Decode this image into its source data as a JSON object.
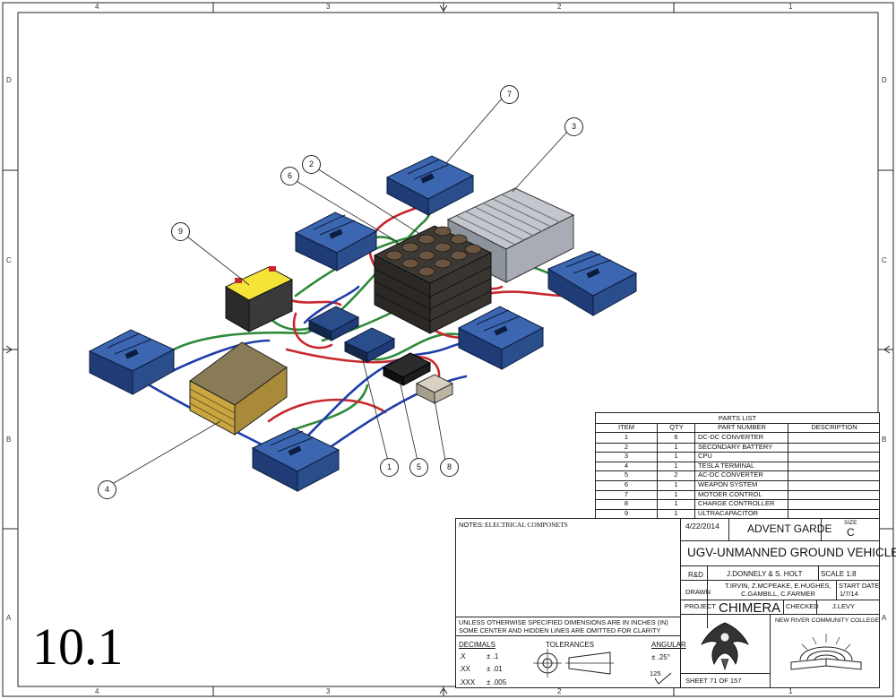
{
  "page_label": "10.1",
  "zones": {
    "top": [
      "4",
      "3",
      "2",
      "1"
    ],
    "bottom": [
      "4",
      "3",
      "2",
      "1"
    ],
    "left": [
      "D",
      "C",
      "B",
      "A"
    ],
    "right": [
      "D",
      "C",
      "B",
      "A"
    ]
  },
  "balloons": [
    "7",
    "3",
    "2",
    "6",
    "9",
    "4",
    "1",
    "5",
    "8"
  ],
  "parts_list": {
    "title": "PARTS LIST",
    "headers": [
      "ITEM",
      "QTY",
      "PART NUMBER",
      "DESCRIPTION"
    ],
    "rows": [
      [
        "1",
        "6",
        "DC-DC CONVERTER",
        ""
      ],
      [
        "2",
        "1",
        "SECONDARY BATTERY",
        ""
      ],
      [
        "3",
        "1",
        "CPU",
        ""
      ],
      [
        "4",
        "1",
        "TESLA TERMINAL",
        ""
      ],
      [
        "5",
        "2",
        "AC-DC CONVERTER",
        ""
      ],
      [
        "6",
        "1",
        "WEAPON SYSTEM",
        ""
      ],
      [
        "7",
        "1",
        "MOTOER CONTROL",
        ""
      ],
      [
        "8",
        "1",
        "CHARGE CONTROLLER",
        ""
      ],
      [
        "9",
        "1",
        "ULTRACAPACITOR",
        ""
      ]
    ]
  },
  "title_block": {
    "notes_label": "NOTES:",
    "notes_text": "ELECTRICAL COMPONETS",
    "date": "4/22/2014",
    "company": "ADVENT GARDE",
    "size_label": "SIZE",
    "size_value": "C",
    "title": "UGV-UNMANNED GROUND VEHICLE",
    "rd_label": "R&D",
    "rd_value": "J.DONNELY & S. HOLT",
    "scale": "SCALE  1:8",
    "drawn_label": "DRAWN",
    "drawn_line1": "T.IRVIN, Z.MCPEAKE, E.HUGHES,",
    "drawn_line2": "C.GAMBILL, C.FARMER",
    "start_date_label": "START DATE",
    "start_date": "1/7/14",
    "project_label": "PROJECT",
    "project": "CHIMERA",
    "checked_label": "CHECKED",
    "checked_value": "J.LEVY",
    "college": "NEW RIVER COMMUNITY COLLEGE",
    "spec_line1": "UNLESS OTHERWISE SPECIFIED DIMENSIONS ARE IN INCHES (IN)",
    "spec_line2": "SOME CENTER AND HIDDEN LINES ARE OMITTED FOR CLARITY",
    "decimals_label": "DECIMALS",
    "tolerances_label": "TOLERANCES",
    "angular_label": "ANGULAR",
    "decimals": [
      ".X",
      ".XX",
      ".XXX"
    ],
    "decimal_tol": [
      "± .1",
      "± .01",
      "± .005"
    ],
    "angular_tol": "± .25°",
    "surface_finish": "125",
    "sheet": "SHEET 71  OF 157"
  },
  "colors": {
    "module_blue": "#2a4d8c",
    "wire_red": "#c8282d",
    "wire_green": "#2f8a3a",
    "wire_blue": "#1f3ea8",
    "battery_top": "#f5e438",
    "ultracap_gold": "#c9a640",
    "cpu_silver": "#a8adb5"
  }
}
